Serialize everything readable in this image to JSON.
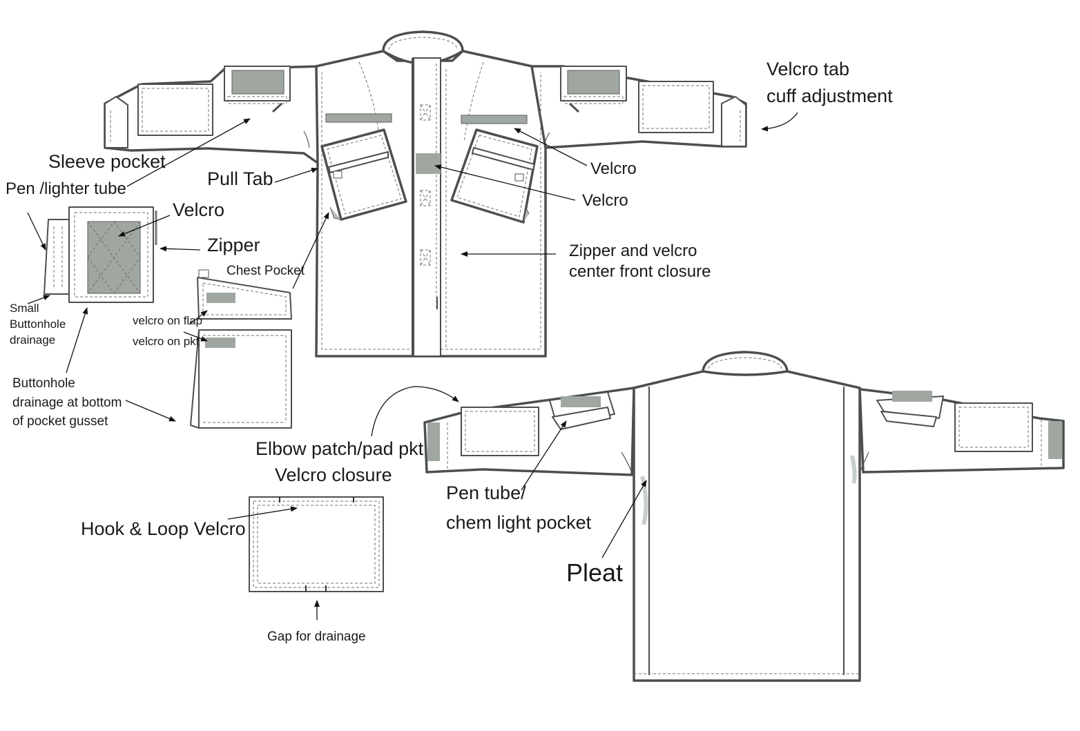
{
  "colors": {
    "outline": "#4b4f4d",
    "stitch": "#6c706e",
    "velcro": "#9fa7a0",
    "velcro_light": "#c8cec9",
    "text": "#1a1a1a"
  },
  "labels": {
    "velcro_tab_cuff_line1": "Velcro tab",
    "velcro_tab_cuff_line2": "cuff adjustment",
    "sleeve_pocket": "Sleeve pocket",
    "pen_lighter_tube": "Pen /lighter tube",
    "velcro_side_pocket": "Velcro",
    "zipper": "Zipper",
    "pull_tab": "Pull Tab",
    "velcro_chest_right": "Velcro",
    "velcro_center": "Velcro",
    "zipper_closure_line1": "Zipper and velcro",
    "zipper_closure_line2": "center front closure",
    "chest_pocket": "Chest Pocket",
    "velcro_on_flap": "velcro on flap",
    "velcro_on_pkt": "velcro on pkt",
    "small_buttonhole_line1": "Small",
    "small_buttonhole_line2": "Buttonhole",
    "small_buttonhole_line3": "drainage",
    "buttonhole_gusset_line1": "Buttonhole",
    "buttonhole_gusset_line2": "drainage at bottom",
    "buttonhole_gusset_line3": "of pocket gusset",
    "elbow_patch_line1": "Elbow patch/pad pkt",
    "elbow_patch_line2": "Velcro closure",
    "hook_loop_velcro": "Hook & Loop Velcro",
    "gap_for_drainage": "Gap for drainage",
    "pen_tube_line1": "Pen tube/",
    "pen_tube_line2": "chem light pocket",
    "pleat": "Pleat"
  }
}
